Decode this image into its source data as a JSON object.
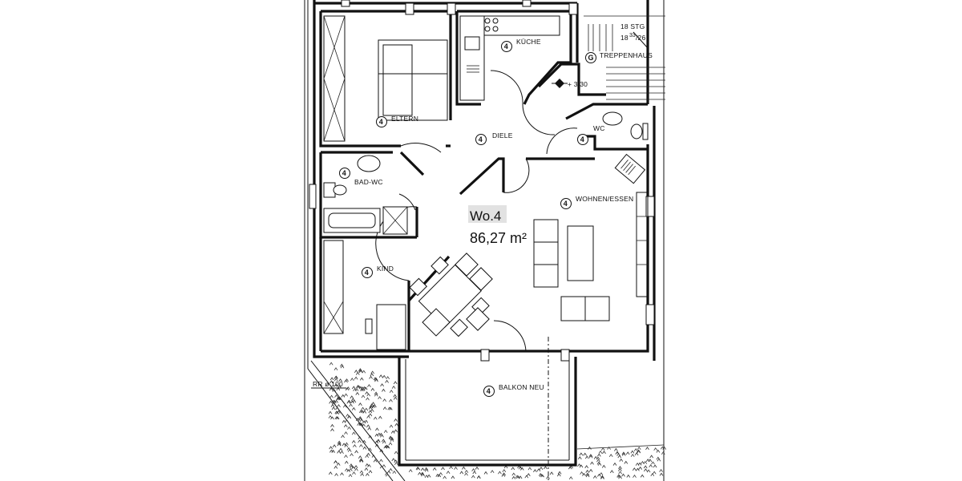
{
  "apartment": {
    "name": "Wo.4",
    "area": "86,27 m²"
  },
  "unit_marker": "4",
  "rooms": {
    "eltern": "ELTERN",
    "kueche": "KÜCHE",
    "diele": "DIELE",
    "wc": "WC",
    "bad_wc": "BAD-WC",
    "wohnen_essen": "WOHNEN/ESSEN",
    "kind": "KIND",
    "balkon": "BALKON NEU",
    "treppenhaus": "TREPPENHAUS"
  },
  "stair_marker": "G",
  "annotations": {
    "stg": "18 STG",
    "stair_dim_a": "18",
    "stair_dim_b": "33",
    "stair_dim_c": "/26",
    "level": "+ 3.30",
    "rr": "RR ø 100"
  }
}
